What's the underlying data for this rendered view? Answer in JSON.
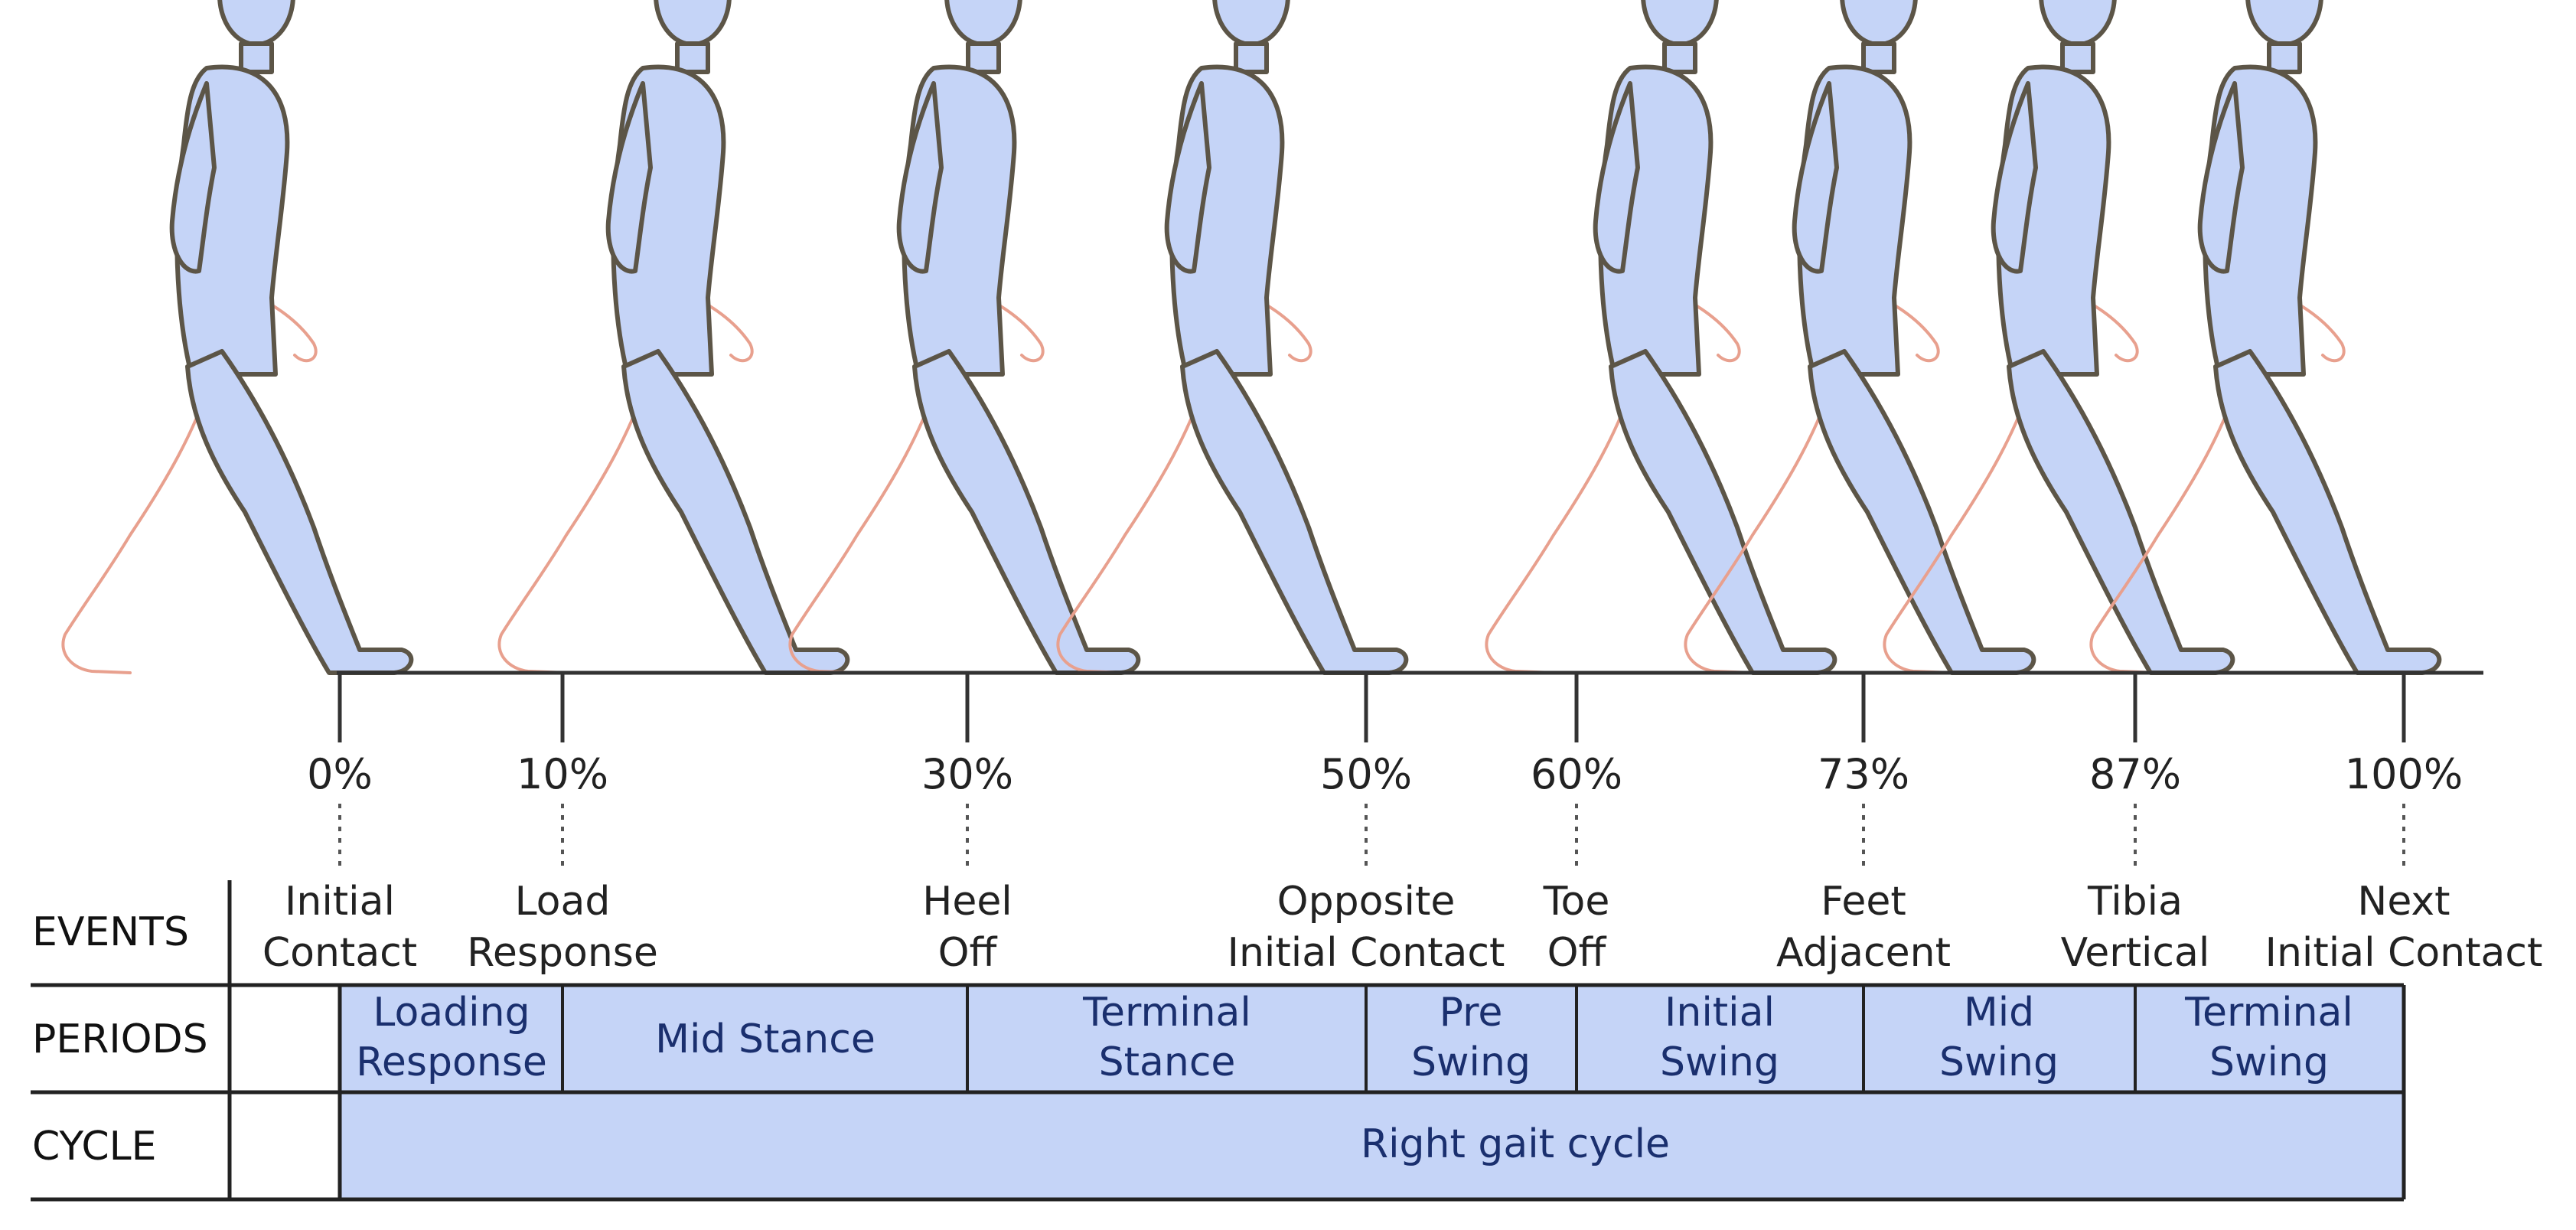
{
  "timeline": [
    {
      "pct": "0%",
      "event": [
        "Initial",
        "Contact"
      ]
    },
    {
      "pct": "10%",
      "event": [
        "Load",
        "Response"
      ]
    },
    {
      "pct": "30%",
      "event": [
        "Heel",
        "Off"
      ]
    },
    {
      "pct": "50%",
      "event": [
        "Opposite",
        "Initial Contact"
      ]
    },
    {
      "pct": "60%",
      "event": [
        "Toe",
        "Off"
      ]
    },
    {
      "pct": "73%",
      "event": [
        "Feet",
        "Adjacent"
      ]
    },
    {
      "pct": "87%",
      "event": [
        "Tibia",
        "Vertical"
      ]
    },
    {
      "pct": "100%",
      "event": [
        "Next",
        "Initial Contact"
      ]
    }
  ],
  "rows": {
    "events": "EVENTS",
    "periods": "PERIODS",
    "cycle": "CYCLE"
  },
  "periods": [
    [
      "Loading",
      "Response"
    ],
    [
      "Mid Stance"
    ],
    [
      "Terminal",
      "Stance"
    ],
    [
      "Pre",
      "Swing"
    ],
    [
      "Initial",
      "Swing"
    ],
    [
      "Mid",
      "Swing"
    ],
    [
      "Terminal",
      "Swing"
    ]
  ],
  "cycle": "Right gait cycle",
  "colors": {
    "band_fill": "#c5d4f7",
    "band_text": "#1a2f6e",
    "figure_fill": "#c5d4f7",
    "figure_outline": "#5c5547",
    "trailing_leg": "#e8a08e"
  }
}
